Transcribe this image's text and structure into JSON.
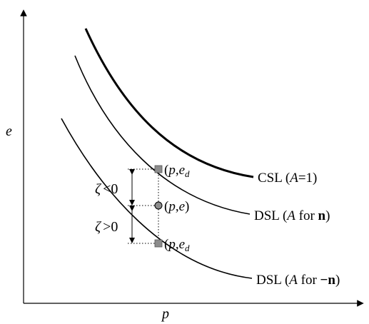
{
  "diagram": {
    "axes": {
      "y_label": "e",
      "x_label": "p"
    },
    "curves": [
      {
        "id": "csl",
        "label_prefix": "CSL (",
        "label_var": "A",
        "label_rest": "=1)",
        "label_bold": "",
        "weight": "thick"
      },
      {
        "id": "dsl-n",
        "label_prefix": "DSL (",
        "label_var": "A",
        "label_rest": " for ",
        "label_bold": "n",
        "label_end": ")",
        "weight": "normal"
      },
      {
        "id": "dsl-neg-n",
        "label_prefix": "DSL (",
        "label_var": "A",
        "label_rest": " for ",
        "label_bold": "−n",
        "label_end": ")",
        "weight": "normal"
      }
    ],
    "points": {
      "upper": {
        "open": "(",
        "p": "p",
        "comma": ",",
        "e": "e",
        "sub": "d"
      },
      "middle": {
        "open": "(",
        "p": "p",
        "comma": ",",
        "e": "e",
        "close": ")"
      },
      "lower": {
        "open": "(",
        "p": "p",
        "comma": ",",
        "e": "e",
        "sub": "d"
      }
    },
    "zeta": {
      "upper": {
        "symbol": "ζ",
        "relation": "<0"
      },
      "lower": {
        "symbol": "ζ",
        "relation": ">0"
      }
    },
    "colors": {
      "curve": "#000000",
      "marker_fill": "#8c8c8c",
      "guide": "#000000"
    }
  }
}
